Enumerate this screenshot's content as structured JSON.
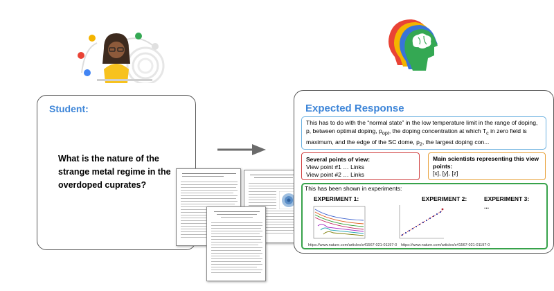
{
  "student": {
    "title": "Student:",
    "question": "What is the nature of the strange metal regime in the overdoped cuprates?"
  },
  "response": {
    "title": "Expected Response",
    "answer_text": "This has to do with the “normal state” in the low temperature limit in the range of doping, p, between optimal doping, p",
    "answer_opt_sub": "opt",
    "answer_text_2": ", the doping concentration at which T",
    "answer_c_sub": "c",
    "answer_text_3": " in zero field is maximum, and the edge of the SC dome, p",
    "answer_2_sub": "2",
    "answer_text_4": ", the largest doping con...",
    "views": {
      "title": "Several points of view:",
      "items": [
        "View point #1 … Links",
        "View point #2 … Links"
      ]
    },
    "scientists": {
      "title": "Main scientists representing this view points:",
      "list": "[x], [y], [z]"
    },
    "experiments": {
      "intro": "This has been shown in experiments:",
      "items": [
        {
          "title": "EXPERIMENT 1:",
          "url": "https://www.nature.com/articles/s41567-021-01197-0"
        },
        {
          "title": "EXPERIMENT 2:",
          "url": "https://www.nature.com/articles/s41567-021-01197-0"
        },
        {
          "title": "EXPERIMENT 3:",
          "more": "..."
        }
      ]
    }
  },
  "colors": {
    "title_blue": "#3d85d8",
    "answer_border": "#6ab0e0",
    "views_border": "#d04040",
    "scientists_border": "#e9a23b",
    "experiments_border": "#37a24a"
  },
  "icons": [
    "student-avatar-icon",
    "brain-profiles-icon",
    "arrow-right-icon"
  ]
}
